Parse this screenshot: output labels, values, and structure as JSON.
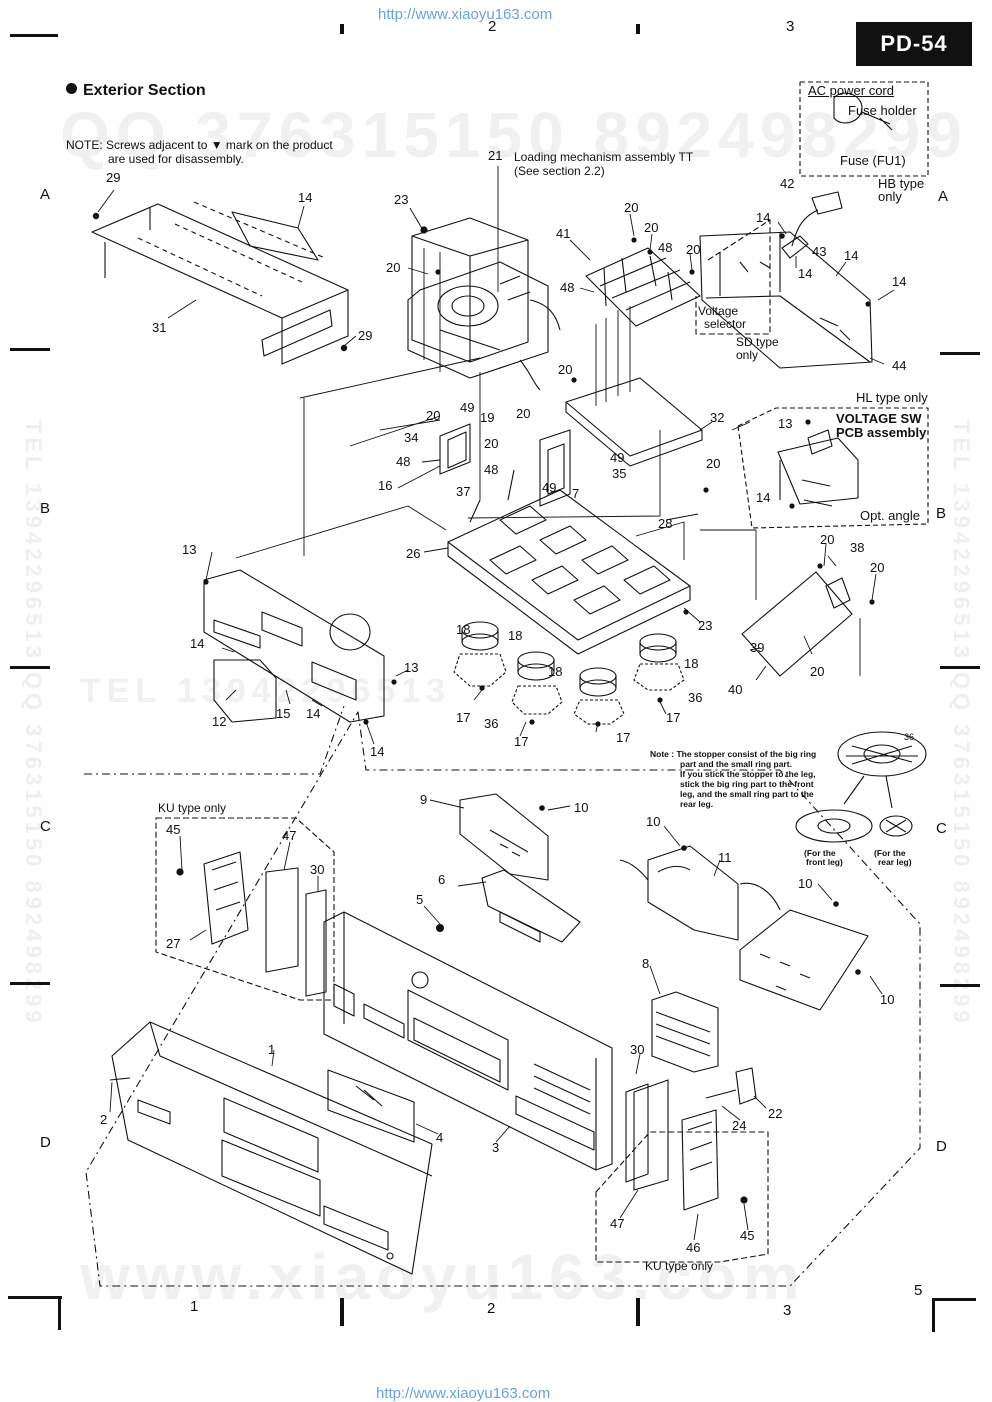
{
  "header": {
    "url_top": "http://www.xiaoyu163.com",
    "url_bottom": "http://www.xiaoyu163.com",
    "model_badge": "PD-54",
    "page_number": "5"
  },
  "section": {
    "title": "Exterior Section",
    "note_line1": "NOTE: Screws adjacent to ▼ mark on the product",
    "note_line2": "are used for disassembly."
  },
  "grid": {
    "top": [
      "2",
      "3"
    ],
    "bottom": [
      "1",
      "2",
      "3"
    ],
    "left": [
      "A",
      "B",
      "C",
      "D"
    ],
    "right": [
      "A",
      "B",
      "C",
      "D"
    ]
  },
  "watermarks": {
    "qq": "QQ 376315150 892498299",
    "tel": "TEL 13942296513",
    "www": "www.xiaoyu163.com",
    "side": "TEL 13942296513 QQ 376315150 892498299"
  },
  "callouts": {
    "ac_power_cord": "AC power cord",
    "fuse_holder": "Fuse holder",
    "fuse": "Fuse (FU1)",
    "hb_type_line1": "HB type",
    "hb_type_line2": "only",
    "loading_mech_line1": "Loading mechanism assembly TT",
    "loading_mech_line2": "(See section 2.2)",
    "voltage_selector_line1": "Voltage",
    "voltage_selector_line2": "selector",
    "sd_type_line1": "SD type",
    "sd_type_line2": "only",
    "hl_type": "HL type only",
    "voltage_sw_line1": "VOLTAGE SW",
    "voltage_sw_line2": "PCB assembly",
    "opt_angle": "Opt. angle",
    "ku_type_top": "KU type only",
    "ku_type_bottom": "KU type only",
    "stopper_note": [
      "Note : The stopper consist of the big ring",
      "part and the small ring part.",
      "If you stick the stopper to the leg,",
      "stick the big ring part to the front",
      "leg, and the small ring part to the",
      "rear leg."
    ],
    "front_leg_line1": "(For the",
    "front_leg_line2": "front leg)",
    "rear_leg_line1": "(For the",
    "rear_leg_line2": "rear leg)"
  },
  "part_numbers": {
    "p1": "1",
    "p2": "2",
    "p3": "3",
    "p4": "4",
    "p5": "5",
    "p6": "6",
    "p7": "7",
    "p8": "8",
    "p9": "9",
    "p10": "10",
    "p11": "11",
    "p12": "12",
    "p13": "13",
    "p14": "14",
    "p15": "15",
    "p16": "16",
    "p17": "17",
    "p18": "18",
    "p19": "19",
    "p20": "20",
    "p21": "21",
    "p22": "22",
    "p23": "23",
    "p24": "24",
    "p26": "26",
    "p27": "27",
    "p28": "28",
    "p29": "29",
    "p30": "30",
    "p31": "31",
    "p32": "32",
    "p34": "34",
    "p35": "35",
    "p36": "36",
    "p37": "37",
    "p38": "38",
    "p39": "39",
    "p40": "40",
    "p41": "41",
    "p42": "42",
    "p43": "43",
    "p44": "44",
    "p45": "45",
    "p46": "46",
    "p47": "47",
    "p48": "48",
    "p49": "49"
  }
}
